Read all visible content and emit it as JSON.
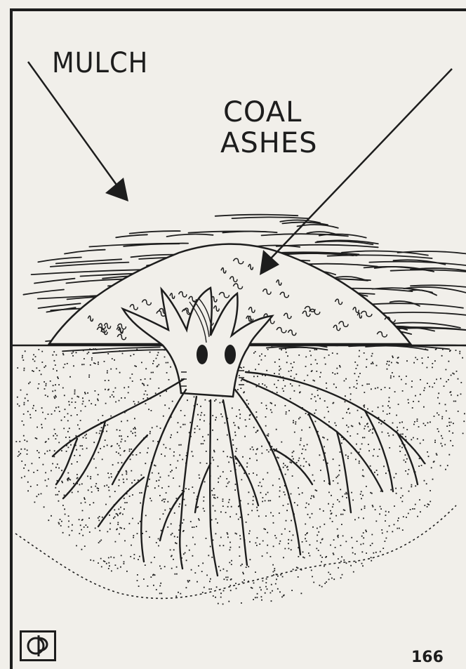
{
  "labels": {
    "mulch": "MULCH",
    "coal": "COAL",
    "ashes": "ASHES"
  },
  "page_number": "166",
  "logo": {
    "icon": "cp-monogram-logo",
    "text": "CP"
  },
  "colors": {
    "paper": "#f1efea",
    "ink": "#1d1d1d"
  }
}
